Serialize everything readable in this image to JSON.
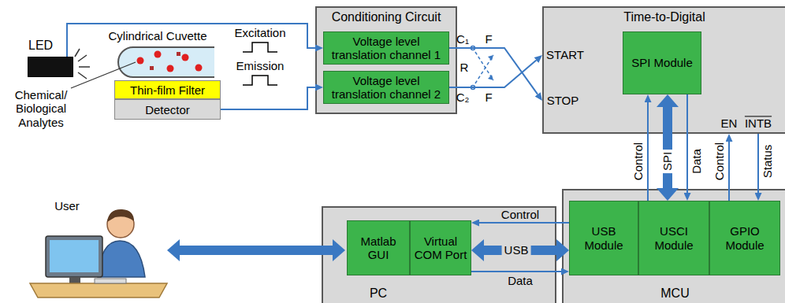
{
  "diagram": {
    "nodes": [
      {
        "text": [
          "LED"
        ]
      },
      {
        "text": [
          "Thin-film Filter"
        ]
      },
      {
        "text": [
          "Detector"
        ]
      },
      {
        "text": [
          "Conditioning Circuit"
        ]
      },
      {
        "text": [
          "Voltage level translation channel 1"
        ],
        "in": 3
      },
      {
        "text": [
          "Voltage level translation channel 2"
        ],
        "in": 3
      },
      {
        "text": [
          "Time-to-Digital"
        ]
      },
      {
        "text": [
          "SPI Module"
        ],
        "in": 6
      },
      {
        "text": [
          "PC"
        ]
      },
      {
        "text": [
          "Matlab GUI"
        ],
        "in": 8
      },
      {
        "text": [
          "Virtual COM Port"
        ],
        "in": 8
      },
      {
        "text": [
          "MCU"
        ]
      },
      {
        "text": [
          "USB Module"
        ],
        "in": 11
      },
      {
        "text": [
          "USCI Module"
        ],
        "in": 11
      },
      {
        "text": [
          "GPIO Module"
        ],
        "in": 11
      }
    ],
    "edges": [
      {
        "from": 0,
        "to": 4,
        "label": "Excitation",
        "arrow": "to"
      },
      {
        "from": 2,
        "to": 5,
        "label": "Emission",
        "arrow": "to"
      },
      {
        "from": 4,
        "to": 6,
        "arrow": "to"
      },
      {
        "from": 5,
        "to": 6,
        "arrow": "to"
      },
      {
        "from": 7,
        "to": 13,
        "label": "SPI",
        "arrow": "both"
      },
      {
        "from": 13,
        "to": 7,
        "label": "Control",
        "arrow": "to"
      },
      {
        "from": 7,
        "to": 13,
        "label": "Data",
        "arrow": "to"
      },
      {
        "from": 14,
        "to": 6,
        "label": "Control",
        "arrow": "to"
      },
      {
        "from": 6,
        "to": 14,
        "label": "Status",
        "arrow": "to"
      },
      {
        "from": 12,
        "to": 10,
        "label": "Control",
        "arrow": "to"
      },
      {
        "from": 10,
        "to": 12,
        "label": "USB",
        "arrow": "both"
      },
      {
        "from": 10,
        "to": 12,
        "label": "Data",
        "arrow": "to"
      }
    ],
    "labels": [
      "Cylindrical Cuvette",
      "Chemical/ Biological Analytes",
      "C₁",
      "F",
      "R",
      "C₂",
      "F",
      "START",
      "STOP",
      "EN",
      "INTB",
      "User"
    ]
  }
}
